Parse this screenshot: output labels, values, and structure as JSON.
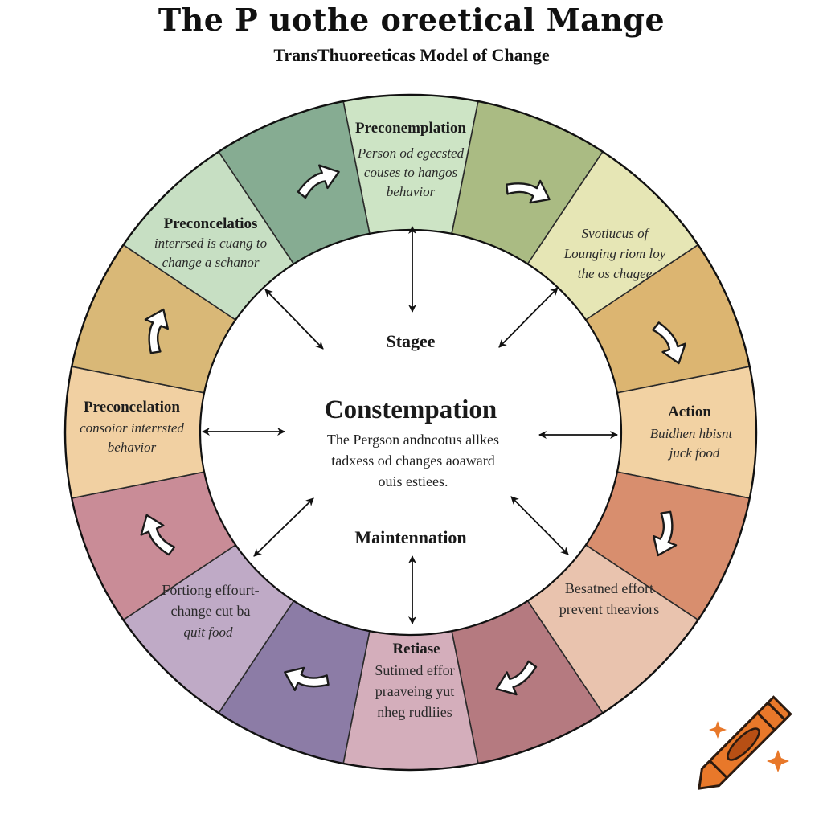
{
  "header": {
    "title": "The Ρ uothe oreetical Mange",
    "subtitle": "TransThuoreeticas Model of Change"
  },
  "ring_segments": [
    {
      "color": "#cde4c5"
    },
    {
      "color": "#aabb83"
    },
    {
      "color": "#e6e6b5"
    },
    {
      "color": "#dcb571"
    },
    {
      "color": "#f2d2a3"
    },
    {
      "color": "#d88e6e"
    },
    {
      "color": "#e9c3ae"
    },
    {
      "color": "#b57a80"
    },
    {
      "color": "#d4aebb"
    },
    {
      "color": "#8c7ca6"
    },
    {
      "color": "#bfaac6"
    },
    {
      "color": "#c98c97"
    },
    {
      "color": "#f1d0a2"
    },
    {
      "color": "#d9b877"
    },
    {
      "color": "#c7dfc3"
    },
    {
      "color": "#86ac92"
    }
  ],
  "stages": [
    {
      "name": "Preconemplation",
      "lines": [
        "Person od egecsted",
        "couses to hangos",
        "behavior"
      ]
    },
    {
      "name": "",
      "lines": [
        "Svotiucus of",
        "Lounging riom loy",
        "the os chagee"
      ]
    },
    {
      "name": "Action",
      "lines": [
        "Buidhen hbisnt",
        "juck food"
      ]
    },
    {
      "name": "",
      "lines": [
        "Besatned effort",
        "prevent theaviors"
      ]
    },
    {
      "name": "Retiase",
      "lines": [
        "Sutimed effor",
        "praaveing yut",
        "nheg rudliies"
      ]
    },
    {
      "name": "",
      "lines": [
        "Fortiong effourt-",
        "change cut ba",
        "quit food"
      ]
    },
    {
      "name": "Preconcelation",
      "lines": [
        "consoior interrsted",
        "behavior"
      ]
    },
    {
      "name": "Preconcelatios",
      "lines": [
        "interrsed is cuang to",
        "change a schanor"
      ]
    }
  ],
  "center": {
    "top_label": "Stagee",
    "heading": "Constempation",
    "body_lines": [
      "The Pergson andncotus allkes",
      "tadxess od changes aoaward",
      "ouis estiees."
    ],
    "bottom_label": "Maintennation"
  },
  "logo": {
    "name": "crayon-icon",
    "color": "#e8782a"
  }
}
